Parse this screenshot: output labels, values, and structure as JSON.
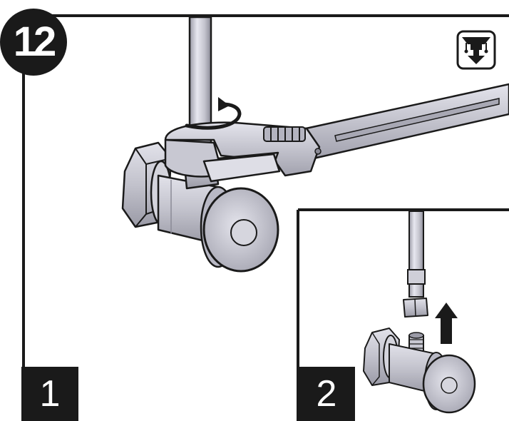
{
  "step": {
    "number": "12"
  },
  "panels": [
    {
      "label": "1"
    },
    {
      "label": "2"
    }
  ],
  "icons": {
    "corner": "water-shutoff-icon",
    "rotate": "rotate-arrow-icon",
    "lift": "up-arrow-icon"
  },
  "colors": {
    "ink": "#1a1a1a",
    "metal": "#c9c9d2",
    "metal_dark": "#8e8e9a",
    "metal_light": "#e6e6ee",
    "background": "#ffffff"
  }
}
